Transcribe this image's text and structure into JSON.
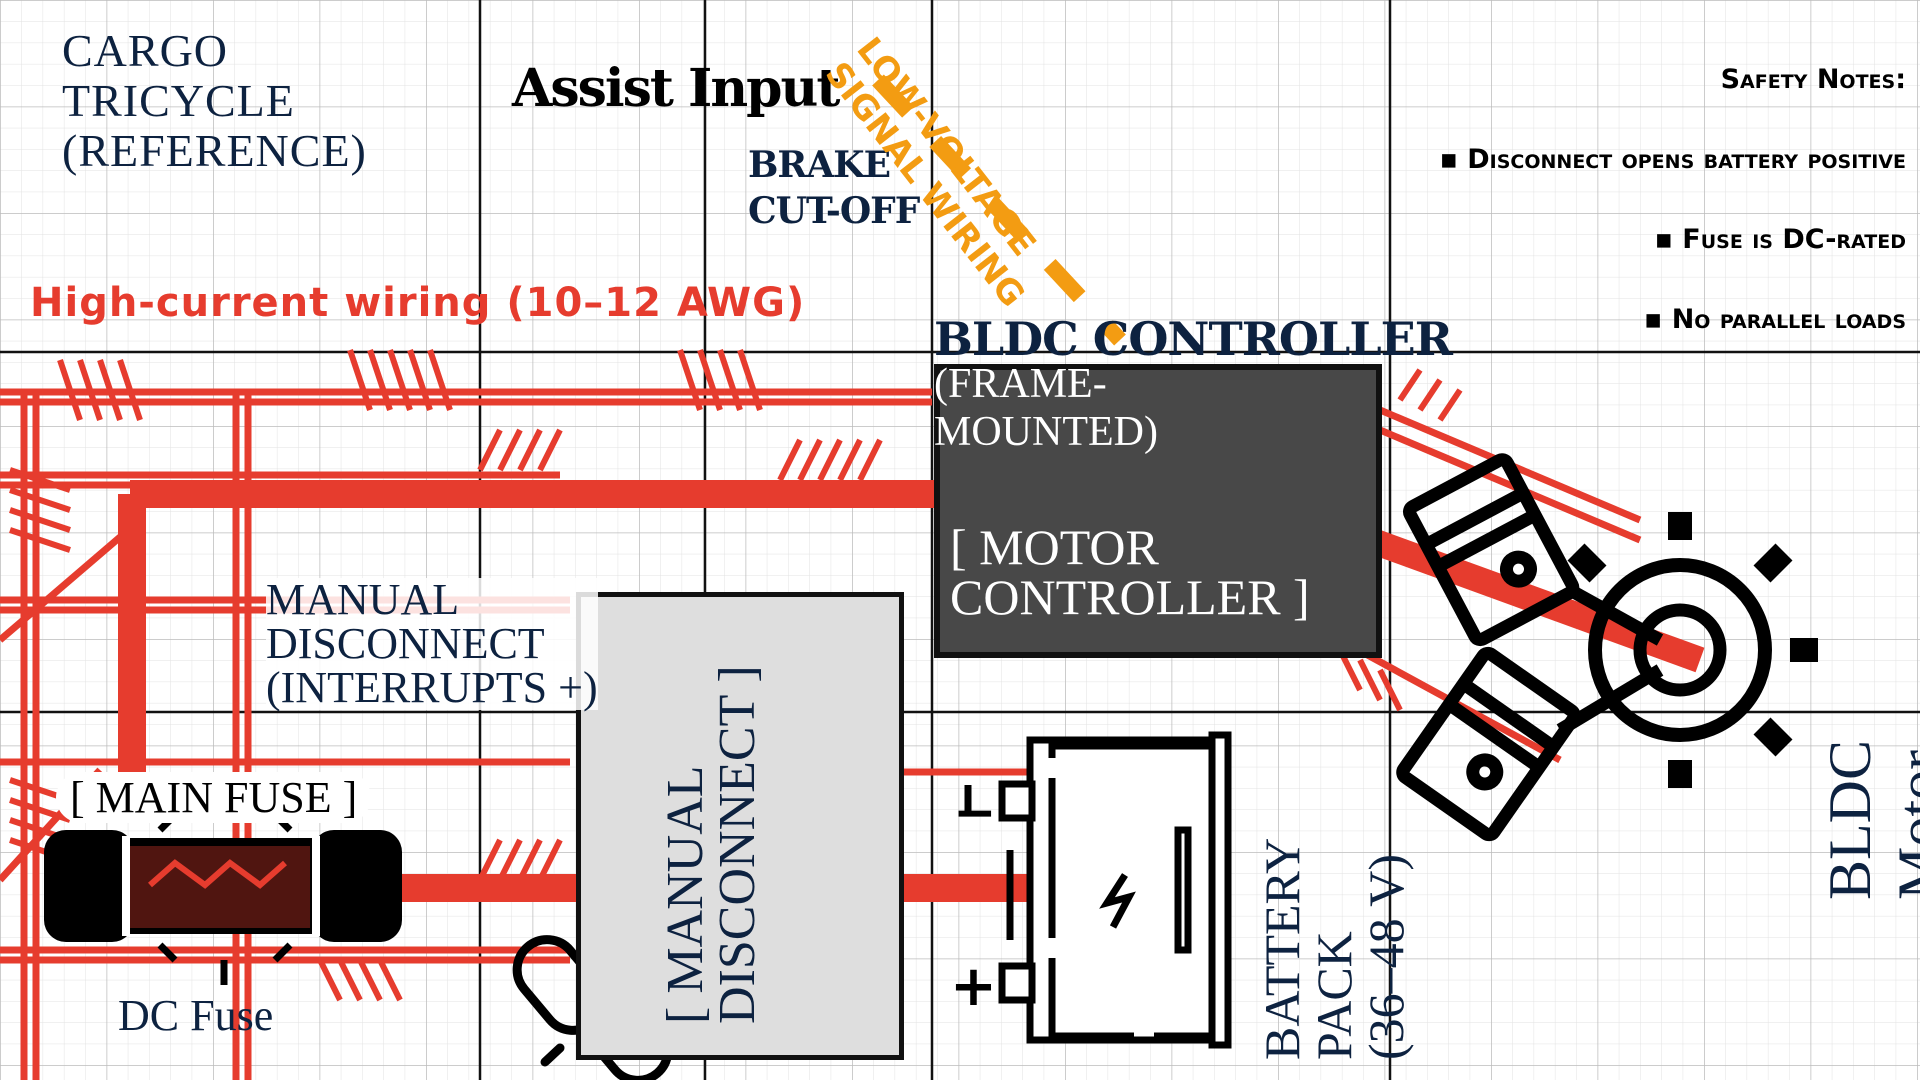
{
  "title": "CARGO\nTRICYCLE\n(REFERENCE)",
  "assist_input": "Assist Input",
  "brake_cutoff": "BRAKE\nCUT-OFF",
  "low_voltage": "Low-voltage\nsignal wiring",
  "high_current": "High-current wiring (10–12 AWG)",
  "safety": {
    "heading": "Safety Notes:",
    "notes": [
      "▪ Disconnect opens battery positive",
      "▪ Fuse is DC-rated",
      "▪ No parallel loads"
    ]
  },
  "controller": {
    "title": "BLDC CONTROLLER",
    "subtitle": "(FRAME-\nMOUNTED)",
    "box_label": "[ MOTOR\nCONTROLLER ]"
  },
  "disconnect": {
    "box_label": "[ MANUAL\nDISCONNECT ]",
    "note": "MANUAL\nDISCONNECT\n(INTERRUPTS +)"
  },
  "fuse": {
    "box_label": "[ MAIN FUSE ]",
    "caption": "DC Fuse"
  },
  "battery": {
    "label": "BATTERY\nPACK\n(36–48 V)",
    "minus": "−",
    "plus": "+"
  },
  "motor_label": "BLDC Motor",
  "colors": {
    "high_current": "#e63c2e",
    "low_voltage": "#f39c12",
    "navy": "#0d2240",
    "controller_fill": "#484848",
    "disconnect_fill": "#dedede"
  },
  "icons": [
    "fuse-icon",
    "broken-link-icon",
    "battery-icon",
    "engine-gear-icon"
  ]
}
